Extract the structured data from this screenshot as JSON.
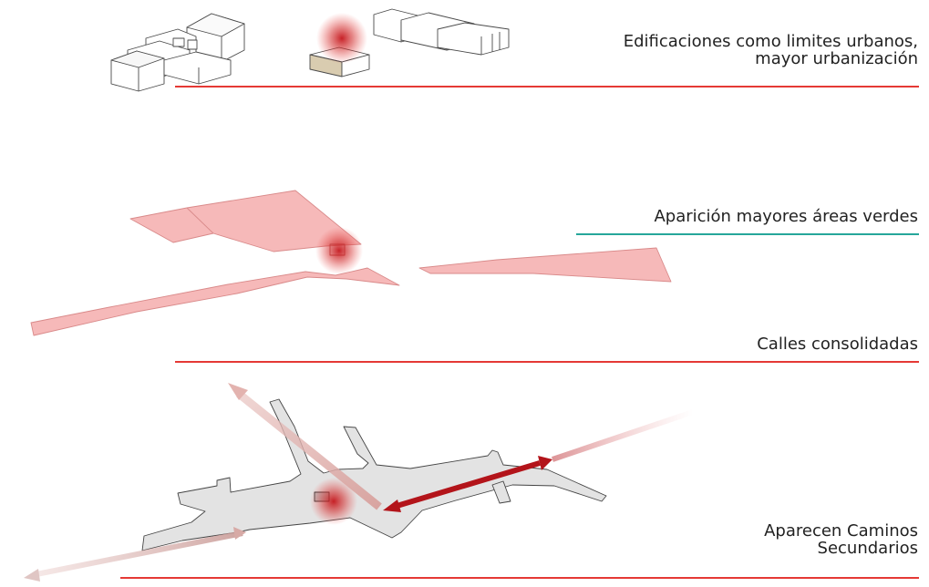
{
  "layers": [
    {
      "id": "buildings",
      "caption_lines": [
        "Edificaciones como limites urbanos,",
        "mayor urbanización"
      ],
      "rule_color": "#e53935"
    },
    {
      "id": "green-areas",
      "caption_lines": [
        "Aparición mayores áreas verdes"
      ],
      "rule_color": "#26a69a"
    },
    {
      "id": "streets",
      "caption_lines": [
        "Calles consolidadas"
      ],
      "rule_color": "#e53935"
    },
    {
      "id": "paths",
      "caption_lines": [
        "Aparecen Caminos",
        "Secundarios"
      ],
      "rule_color": "#e53935"
    }
  ],
  "colors": {
    "focus_glow": "#c4161c",
    "green_area_fill": "#f6b9b9",
    "green_area_stroke": "#d98a8a",
    "street_fill": "#e3e3e3",
    "street_stroke": "#444444",
    "arrow_dark": "#b3141a",
    "arrow_light": "#e7b4b0",
    "building_fill": "#ffffff",
    "building_stroke": "#4a4a4a",
    "highlight_building": "#d9ccb0"
  }
}
